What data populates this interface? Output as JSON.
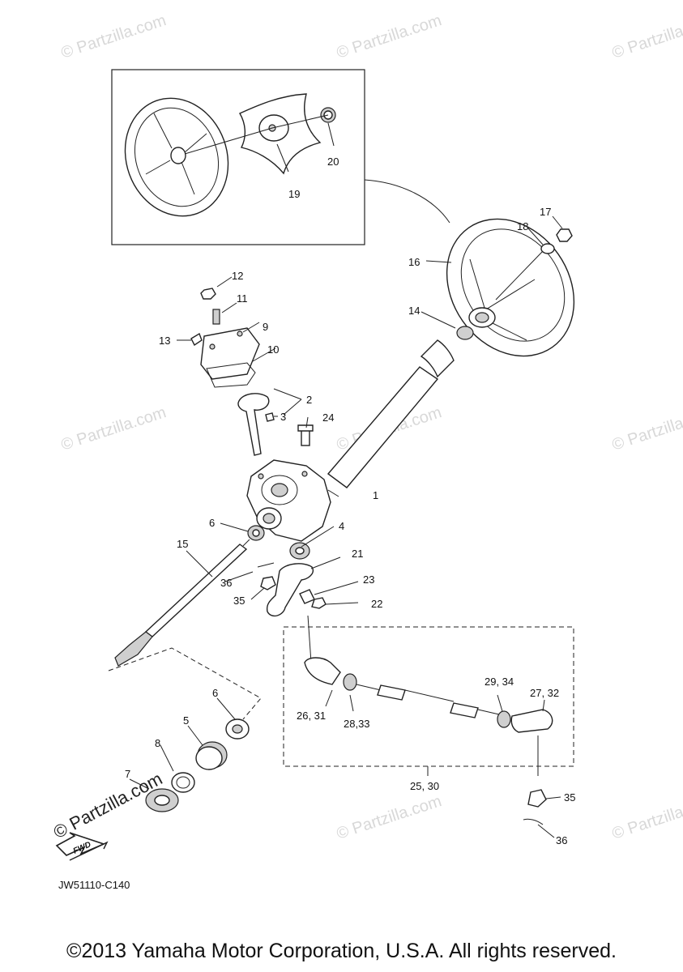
{
  "watermark": "© Partzilla.com",
  "logo_text": "© Partzilla.com",
  "fwd_label": "FWD",
  "diagram_code": "JW51110-C140",
  "copyright": "©2013 Yamaha Motor Corporation, U.S.A. All rights reserved.",
  "callouts": {
    "p1": "1",
    "p2": "2",
    "p3": "3",
    "p4": "4",
    "p5": "5",
    "p6a": "6",
    "p6b": "6",
    "p7": "7",
    "p8": "8",
    "p9": "9",
    "p10": "10",
    "p11": "11",
    "p12": "12",
    "p13": "13",
    "p14": "14",
    "p15": "15",
    "p16": "16",
    "p17": "17",
    "p18": "18",
    "p19": "19",
    "p20": "20",
    "p21": "21",
    "p22": "22",
    "p23": "23",
    "p24": "24",
    "p25_30": "25, 30",
    "p26_31": "26, 31",
    "p27_32": "27, 32",
    "p28_33": "28,33",
    "p29_34": "29, 34",
    "p35a": "35",
    "p35b": "35",
    "p36a": "36",
    "p36b": "36"
  }
}
